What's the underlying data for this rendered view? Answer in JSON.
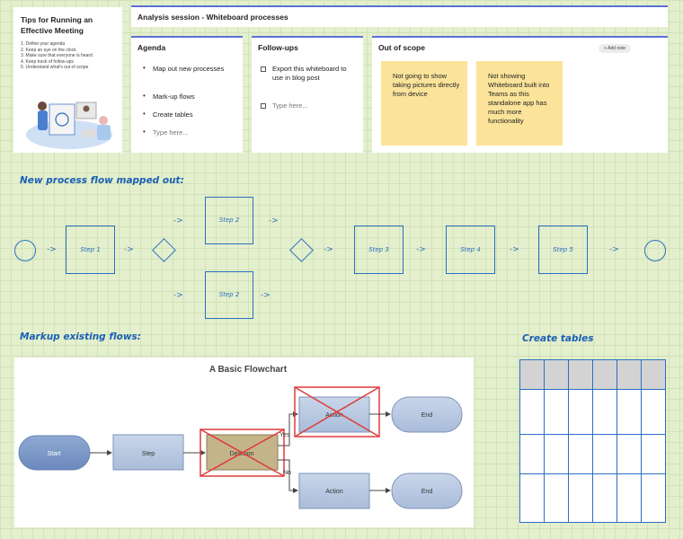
{
  "tips": {
    "title": "Tips for Running an Effective Meeting",
    "items": [
      "1. Define your agenda",
      "2. Keep an eye on the clock",
      "3. Make sure that everyone is heard",
      "4. Keep track of follow-ups",
      "5. Understand what's out of scope"
    ]
  },
  "header": {
    "title": "Analysis session - Whiteboard processes"
  },
  "agenda": {
    "title": "Agenda",
    "items": [
      "Map out new processes",
      "Mark-up flows",
      "Create tables"
    ],
    "placeholder": "Type here..."
  },
  "followups": {
    "title": "Follow-ups",
    "items": [
      "Export this whiteboard to use in blog post"
    ],
    "placeholder": "Type here..."
  },
  "outofscope": {
    "title": "Out of scope",
    "add_note": "Add note",
    "notes": [
      "Not going to show taking pictures directly from device",
      "Not showing Whiteboard built into Teams as this standalone app has much more functionality"
    ]
  },
  "process": {
    "heading": "New process flow mapped out:",
    "arrow": "->",
    "steps": {
      "upper": "Step 2",
      "lower": "Step 2",
      "s1": "Step 1",
      "s3": "Step 3",
      "s4": "Step 4",
      "s5": "Step 5"
    }
  },
  "markup": {
    "heading": "Markup existing flows:",
    "chart_title": "A Basic Flowchart",
    "start": "Start",
    "step": "Step",
    "decision": "Decision",
    "action_top": "Action",
    "end_top": "End",
    "yes": "Yes",
    "no": "No",
    "action_bottom": "Action",
    "end_bottom": "End"
  },
  "tables": {
    "heading": "Create tables"
  },
  "colors": {
    "ink": "#2b6fc0",
    "sticky": "#fbe39a",
    "accent": "#5b6fd6",
    "cross": "#e03a3a"
  }
}
